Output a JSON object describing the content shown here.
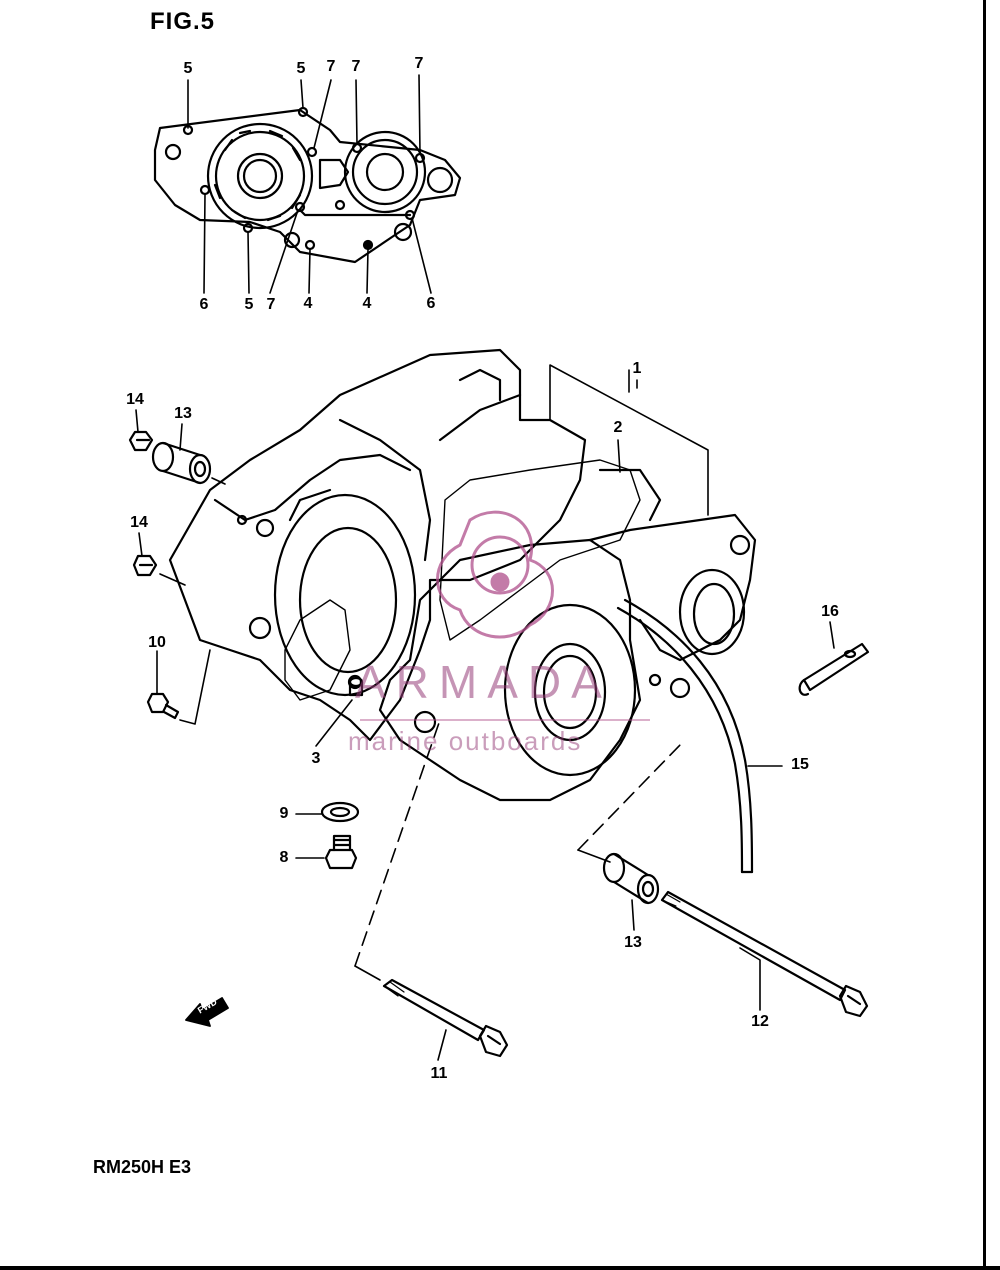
{
  "figure": {
    "title": "FIG.5",
    "model_code": "RM250H E3"
  },
  "watermark": {
    "name": "ARMADA",
    "tagline": "marine outboards",
    "color": "#b0508c"
  },
  "direction_arrow": {
    "label": "FWD"
  },
  "callouts": {
    "top_view": [
      "5",
      "5",
      "7",
      "7",
      "7",
      "6",
      "5",
      "7",
      "4",
      "4",
      "6"
    ],
    "main_view": [
      "1",
      "2",
      "3",
      "8",
      "9",
      "10",
      "11",
      "12",
      "13",
      "13",
      "14",
      "14",
      "15",
      "16"
    ]
  }
}
